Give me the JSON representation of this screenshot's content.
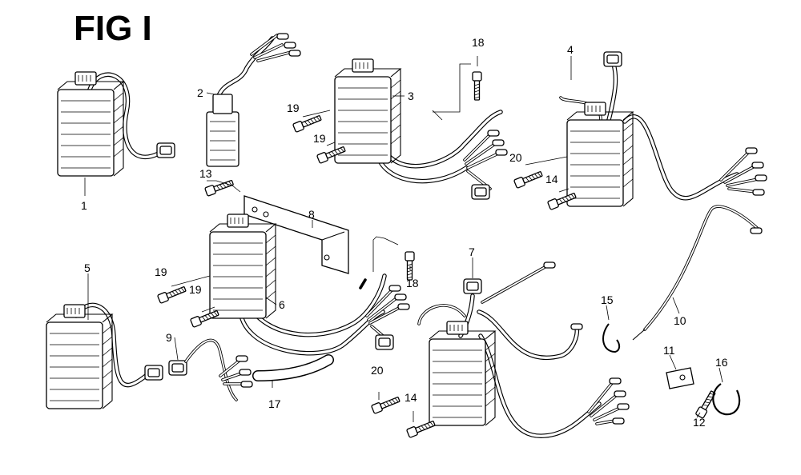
{
  "figure": {
    "title": "FIG I"
  },
  "callouts": {
    "c1": "1",
    "c2": "2",
    "c3": "3",
    "c4": "4",
    "c5": "5",
    "c6": "6",
    "c7": "7",
    "c8": "8",
    "c9": "9",
    "c10": "10",
    "c11": "11",
    "c12": "12",
    "c13": "13",
    "c14a": "14",
    "c14b": "14",
    "c15": "15",
    "c16": "16",
    "c17": "17",
    "c18a": "18",
    "c18b": "18",
    "c19a": "19",
    "c19b": "19",
    "c19c": "19",
    "c19d": "19",
    "c20a": "20",
    "c20b": "20"
  }
}
